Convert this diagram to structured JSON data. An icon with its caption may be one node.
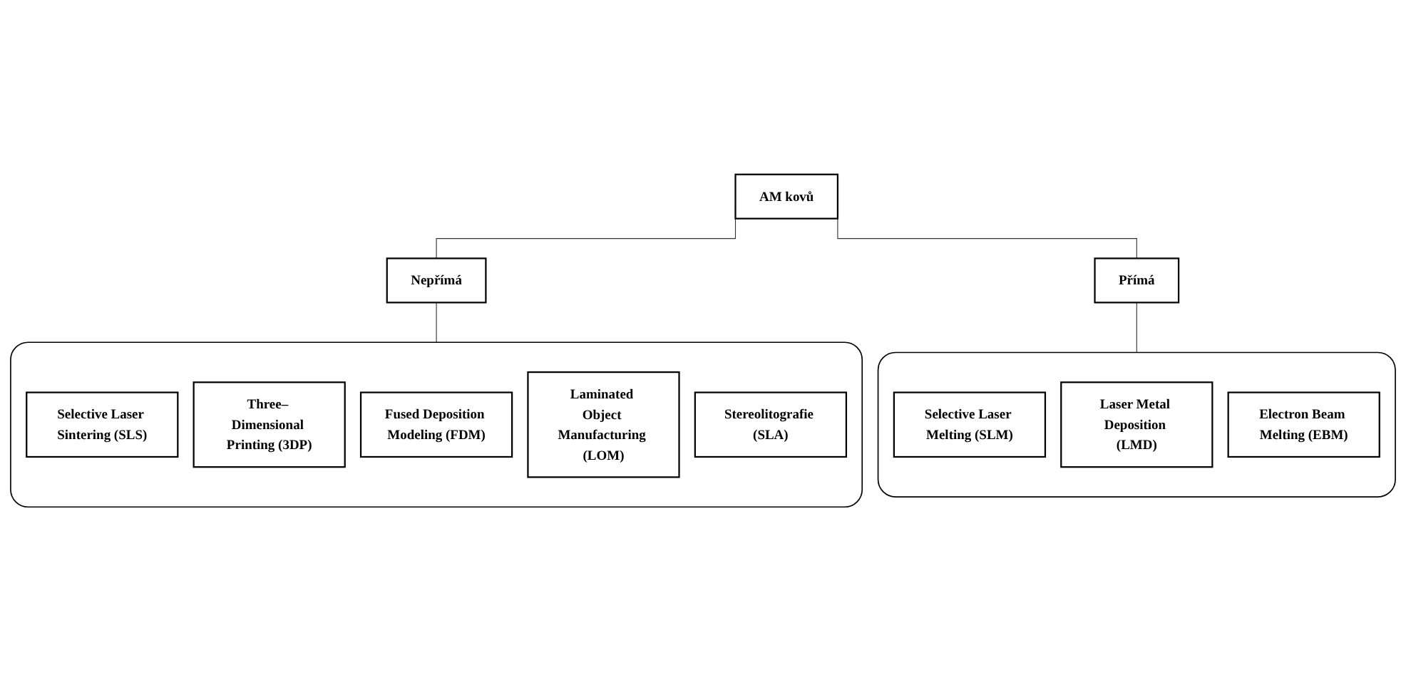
{
  "diagram": {
    "nodes": [
      {
        "text": [
          "AM kovů"
        ]
      },
      {
        "text": [
          "Nepřímá"
        ]
      },
      {
        "text": [
          "Přímá"
        ]
      },
      {
        "text": [],
        "shape": "box"
      },
      {
        "text": [
          "Selective Laser Sintering (SLS)"
        ],
        "in": 3
      },
      {
        "text": [
          "Three– Dimensional Printing (3DP)"
        ],
        "in": 3
      },
      {
        "text": [
          "Fused Deposition Modeling (FDM)"
        ],
        "in": 3
      },
      {
        "text": [
          "Laminated Object Manufacturing (LOM)"
        ],
        "in": 3
      },
      {
        "text": [
          "Stereolitografie (SLA)"
        ],
        "in": 3
      },
      {
        "text": [],
        "shape": "box"
      },
      {
        "text": [
          "Selective Laser Melting (SLM)"
        ],
        "in": 9
      },
      {
        "text": [
          "Laser Metal Deposition (LMD)"
        ],
        "in": 9
      },
      {
        "text": [
          "Electron Beam Melting (EBM)"
        ],
        "in": 9
      }
    ],
    "edges": [
      {
        "from": 0,
        "to": 1,
        "arrow": "none"
      },
      {
        "from": 0,
        "to": 2,
        "arrow": "none"
      },
      {
        "from": 1,
        "to": 3,
        "arrow": "none"
      },
      {
        "from": 2,
        "to": 9,
        "arrow": "none"
      }
    ]
  }
}
